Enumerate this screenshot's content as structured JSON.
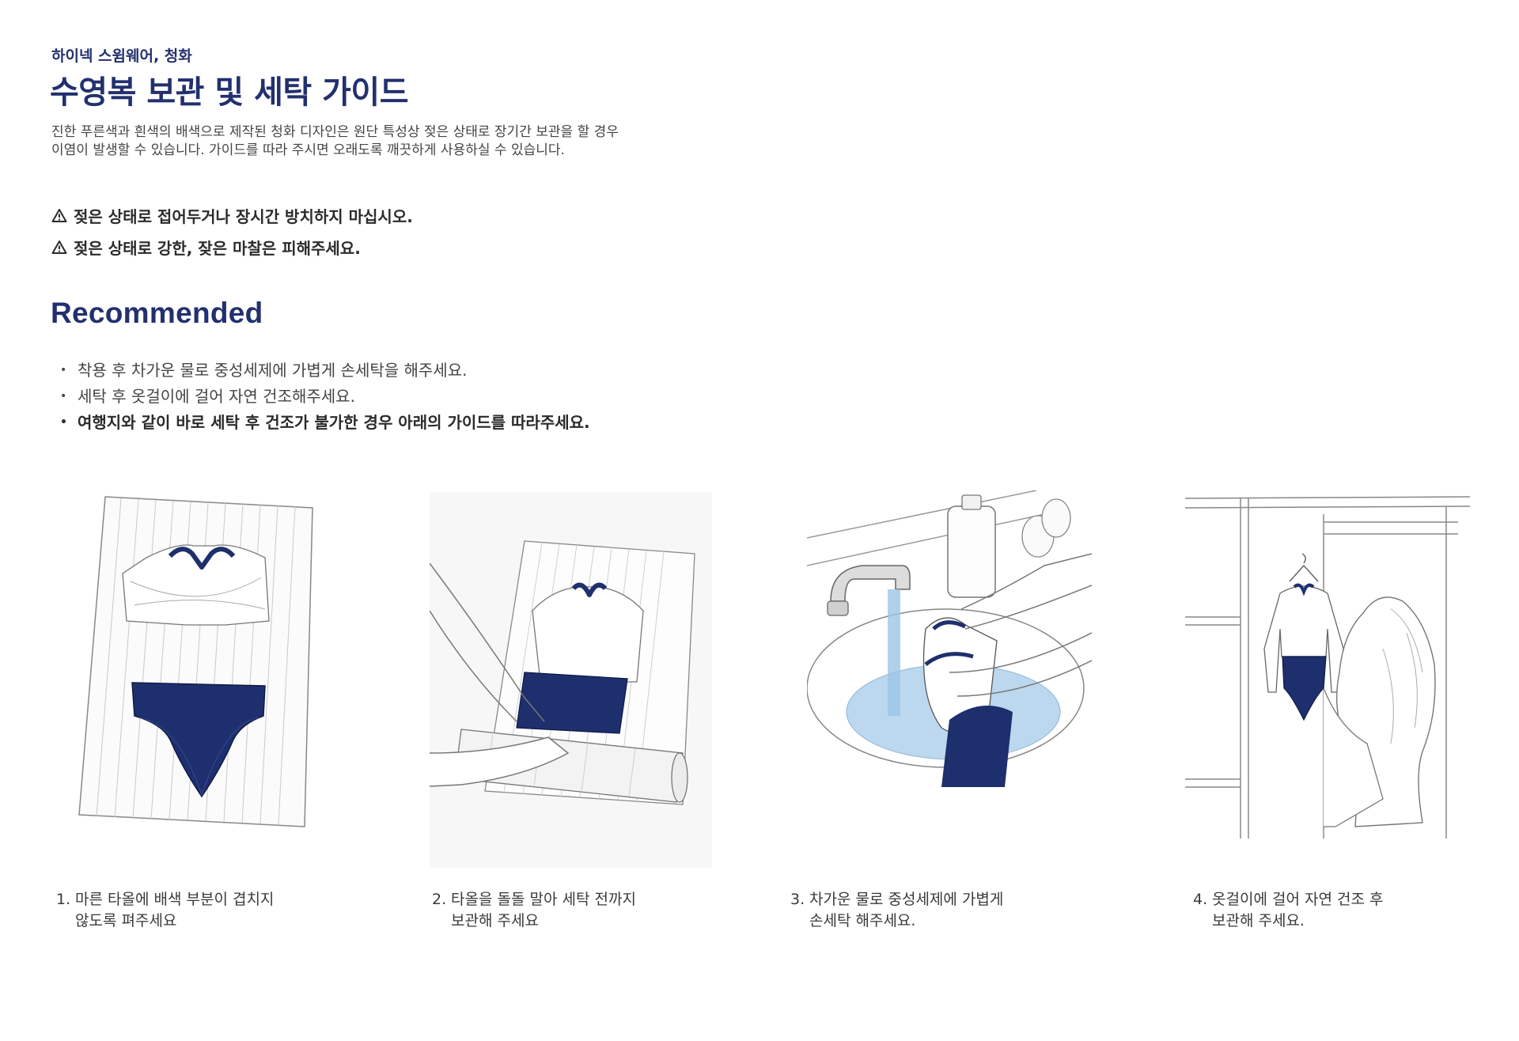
{
  "header": {
    "eyebrow": "하이넥 스윔웨어, 청화",
    "title": "수영복 보관 및 세탁 가이드",
    "intro_line1": "진한 푸른색과 흰색의 배색으로 제작된 청화 디자인은 원단 특성상 젖은 상태로 장기간 보관을 할 경우",
    "intro_line2": "이염이 발생할 수 있습니다. 가이드를 따라 주시면 오래도록 깨끗하게 사용하실 수 있습니다."
  },
  "warnings": [
    "젖은 상태로 접어두거나 장시간 방치하지 마십시오.",
    "젖은 상태로 강한, 잦은 마찰은 피해주세요."
  ],
  "recommended": {
    "title": "Recommended",
    "items": [
      "착용 후 차가운 물로 중성세제에 가볍게 손세탁을 해주세요.",
      "세탁 후 옷걸이에 걸어 자연 건조해주세요.",
      "여행지와 같이 바로 세탁 후 건조가 불가한 경우 아래의 가이드를 따라주세요."
    ]
  },
  "steps": [
    {
      "num": "1.",
      "line1": "마른 타올에 배색 부분이 겹치지",
      "line2": "않도록 펴주세요"
    },
    {
      "num": "2.",
      "line1": "타올을 돌돌 말아 세탁 전까지",
      "line2": "보관해 주세요"
    },
    {
      "num": "3.",
      "line1": "차가운 물로 중성세제에 가볍게",
      "line2": "손세탁 해주세요."
    },
    {
      "num": "4.",
      "line1": "옷걸이에 걸어 자연 건조 후",
      "line2": "보관해 주세요."
    }
  ],
  "colors": {
    "navy": "#23306e",
    "swim_navy": "#1e2f6e",
    "water": "#bcd8ee"
  },
  "icons": {
    "warning": "warning-triangle-icon"
  }
}
